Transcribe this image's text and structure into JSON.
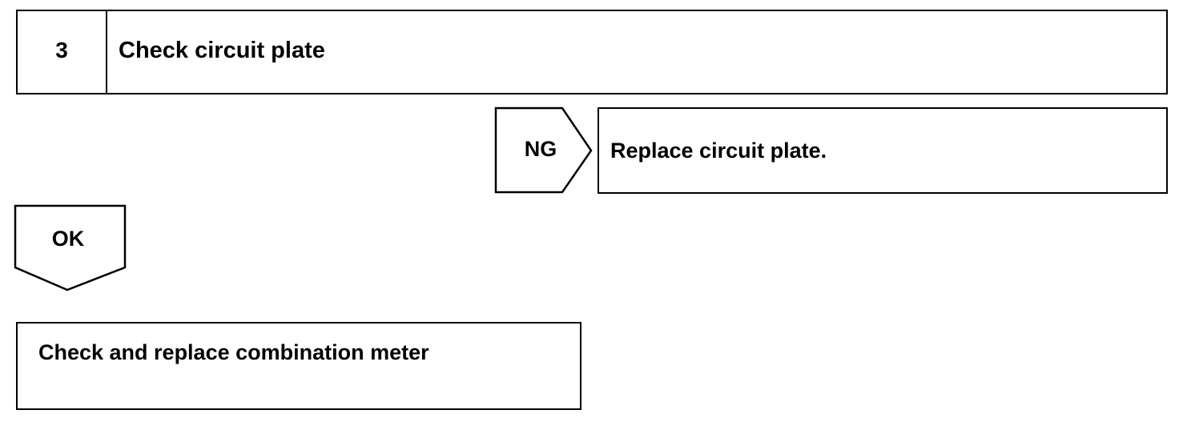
{
  "step": {
    "number": "3",
    "title": "Check circuit plate"
  },
  "ng_branch": {
    "label": "NG",
    "action": "Replace circuit plate."
  },
  "ok_branch": {
    "label": "OK",
    "action": "Check and replace combination meter"
  },
  "colors": {
    "stroke": "#000000",
    "background": "#ffffff"
  }
}
